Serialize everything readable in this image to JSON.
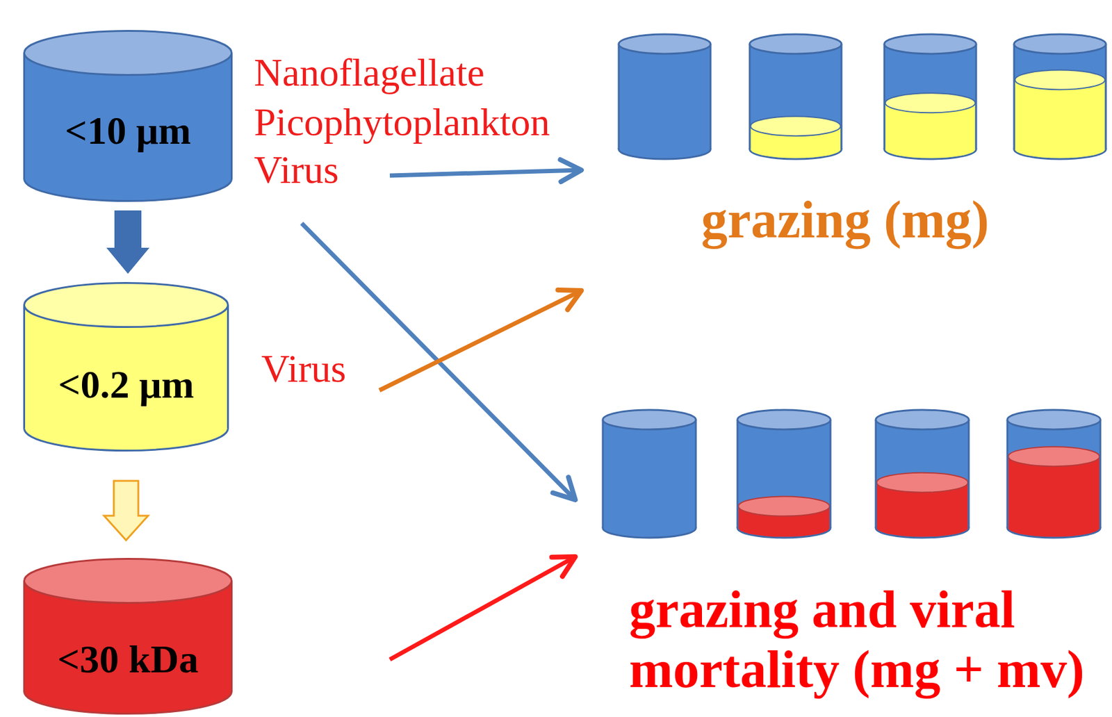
{
  "diagram": {
    "nodes": [
      {
        "text": [
          "<10 μm"
        ]
      },
      {
        "text": [
          "<0.2 μm"
        ]
      },
      {
        "text": [
          "<30 kDa"
        ]
      },
      {
        "text": [
          "grazing (mg)"
        ]
      },
      {
        "text": [
          "grazing and viral mortality (mg + mv)"
        ]
      }
    ],
    "edges": [
      {
        "from": 0,
        "to": 1,
        "arrow": "to"
      },
      {
        "from": 1,
        "to": 2,
        "arrow": "to"
      },
      {
        "from": 0,
        "to": 3,
        "arrow": "to"
      },
      {
        "from": 0,
        "to": 4,
        "arrow": "to"
      },
      {
        "from": 1,
        "to": 3,
        "arrow": "to"
      },
      {
        "from": 2,
        "to": 4,
        "arrow": "to"
      }
    ],
    "labels": [
      "Nanoflagellate",
      "Picophytoplankton",
      "Virus",
      "Virus"
    ]
  }
}
